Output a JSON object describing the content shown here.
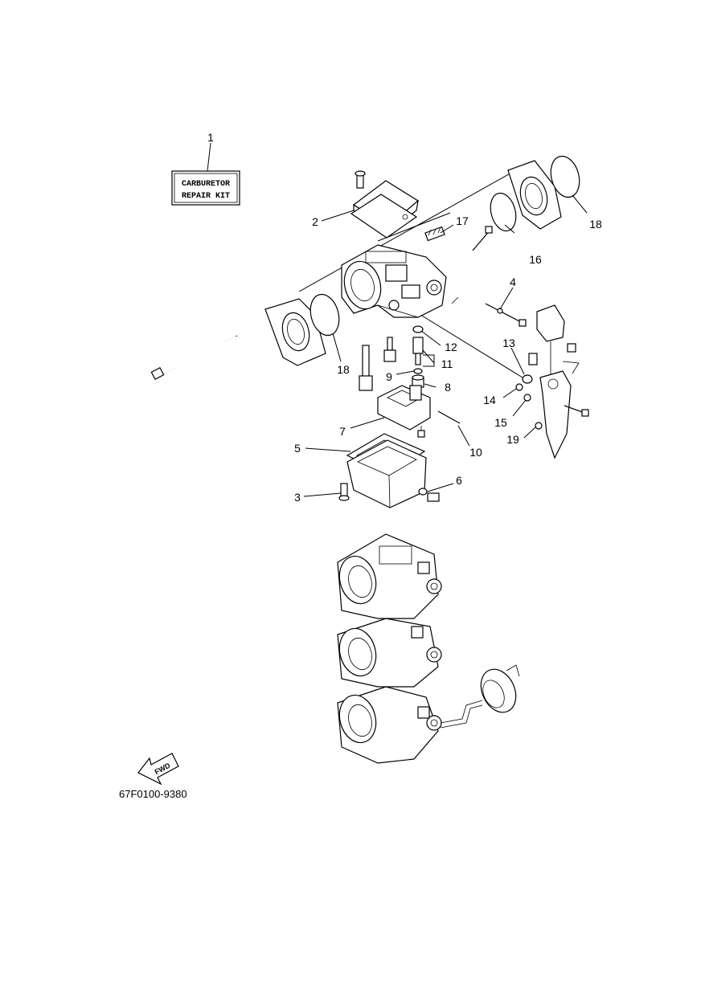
{
  "kit_label": {
    "line1": "CARBURETOR",
    "line2": "REPAIR KIT"
  },
  "fwd_label": "FWD",
  "diagram_code": "67F0100-9380",
  "callouts": [
    {
      "id": "c1",
      "text": "1"
    },
    {
      "id": "c2",
      "text": "2"
    },
    {
      "id": "c3",
      "text": "3"
    },
    {
      "id": "c4",
      "text": "4"
    },
    {
      "id": "c5",
      "text": "5"
    },
    {
      "id": "c6",
      "text": "6"
    },
    {
      "id": "c7",
      "text": "7"
    },
    {
      "id": "c8",
      "text": "8"
    },
    {
      "id": "c9",
      "text": "9"
    },
    {
      "id": "c10",
      "text": "10"
    },
    {
      "id": "c11",
      "text": "11"
    },
    {
      "id": "c12",
      "text": "12"
    },
    {
      "id": "c13",
      "text": "13"
    },
    {
      "id": "c14",
      "text": "14"
    },
    {
      "id": "c15",
      "text": "15"
    },
    {
      "id": "c16",
      "text": "16"
    },
    {
      "id": "c17",
      "text": "17"
    },
    {
      "id": "c18a",
      "text": "18"
    },
    {
      "id": "c18b",
      "text": "18"
    },
    {
      "id": "c19",
      "text": "19"
    }
  ]
}
